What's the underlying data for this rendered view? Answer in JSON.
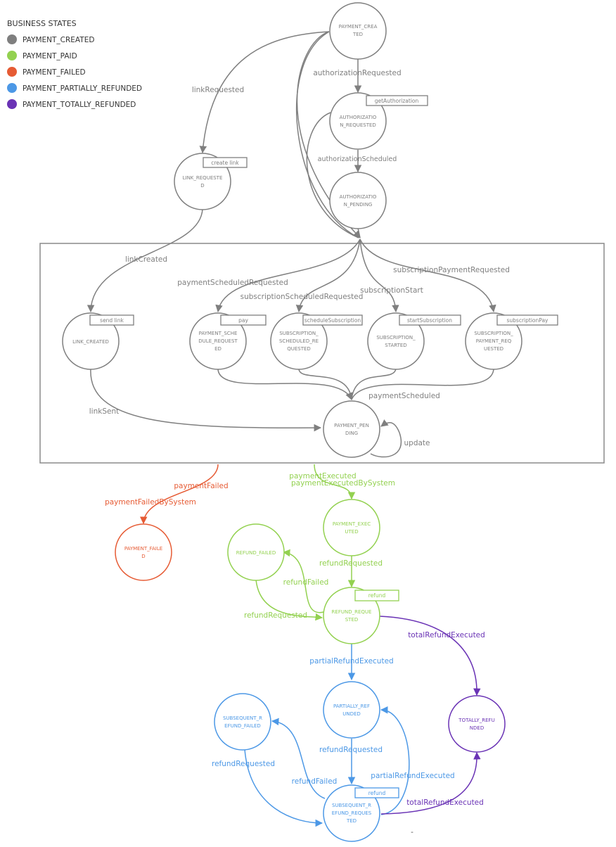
{
  "colors": {
    "created": "#7f7f7f",
    "paid": "#93d150",
    "failed": "#e65b34",
    "partially_refunded": "#4c98e6",
    "totally_refunded": "#6a33b5"
  },
  "legend": {
    "title": "BUSINESS STATES",
    "items": [
      {
        "label": "PAYMENT_CREATED"
      },
      {
        "label": "PAYMENT_PAID"
      },
      {
        "label": "PAYMENT_FAILED"
      },
      {
        "label": "PAYMENT_PARTIALLY_REFUNDED"
      },
      {
        "label": "PAYMENT_TOTALLY_REFUNDED"
      }
    ]
  },
  "states": {
    "payment_created": {
      "l1": "PAYMENT_CREA",
      "l2": "TED"
    },
    "auth_requested": {
      "l1": "AUTHORIZATIO",
      "l2": "N_REQUESTED"
    },
    "auth_pending": {
      "l1": "AUTHORIZATIO",
      "l2": "N_PENDING"
    },
    "link_requested": {
      "l1": "LINK_REQUESTE",
      "l2": "D"
    },
    "link_created": {
      "l1": "LINK_CREATED"
    },
    "payment_scheduled": {
      "l1": "PAYMENT_SCHE",
      "l2": "DULE_REQUEST",
      "l3": "ED"
    },
    "sub_scheduled": {
      "l1": "SUBSCRIPTION_",
      "l2": "SCHEDULED_RE",
      "l3": "QUESTED"
    },
    "sub_started": {
      "l1": "SUBSCRIPTION_",
      "l2": "STARTED"
    },
    "sub_payment": {
      "l1": "SUBSCRIPTION_",
      "l2": "PAYMENT_REQ",
      "l3": "UESTED"
    },
    "payment_pending": {
      "l1": "PAYMENT_PEN",
      "l2": "DING"
    },
    "payment_failed": {
      "l1": "PAYMENT_FAILE",
      "l2": "D"
    },
    "payment_executed": {
      "l1": "PAYMENT_EXEC",
      "l2": "UTED"
    },
    "refund_failed": {
      "l1": "REFUND_FAILED"
    },
    "refund_requested": {
      "l1": "REFUND_REQUE",
      "l2": "STED"
    },
    "partially_refunded": {
      "l1": "PARTIALLY_REF",
      "l2": "UNDED"
    },
    "totally_refunded": {
      "l1": "TOTALLY_REFU",
      "l2": "NDED"
    },
    "subseq_failed": {
      "l1": "SUBSEQUENT_R",
      "l2": "EFUND_FAILED"
    },
    "subseq_requested": {
      "l1": "SUBSEQUENT_R",
      "l2": "EFUND_REQUES",
      "l3": "TED"
    }
  },
  "tags": {
    "get_authorization": "getAuthorization",
    "create_link": "create link",
    "send_link": "send link",
    "pay": "pay",
    "schedule_subscription": "scheduleSubscription",
    "start_subscription": "startSubscription",
    "subscription_pay": "subscriptionPay",
    "refund_1": "refund",
    "refund_2": "refund"
  },
  "edges": {
    "authorization_requested": "authorizationRequested",
    "link_requested": "linkRequested",
    "authorization_scheduled": "authorizationScheduled",
    "link_created": "linkCreated",
    "payment_scheduled_requested": "paymentScheduledRequested",
    "subscription_scheduled_requested": "subscriptionScheduledRequested",
    "subscription_start": "subscriptionStart",
    "subscription_payment_requested": "subscriptionPaymentRequested",
    "payment_scheduled": "paymentScheduled",
    "link_sent": "linkSent",
    "update": "update",
    "payment_failed": "paymentFailed",
    "payment_failed_by_system": "paymentFailedBySystem",
    "payment_executed": "paymentExecuted",
    "payment_executed_by_system": "paymentExecutedBySystem",
    "refund_requested_1": "refundRequested",
    "refund_failed_1": "refundFailed",
    "refund_requested_2": "refundRequested",
    "total_refund_executed_1": "totalRefundExecuted",
    "partial_refund_executed_1": "partialRefundExecuted",
    "refund_requested_3": "refundRequested",
    "refund_requested_4": "refundRequested",
    "refund_failed_2": "refundFailed",
    "partial_refund_executed_2": "partialRefundExecuted",
    "total_refund_executed_2": "totalRefundExecuted"
  },
  "footer_mark": "-"
}
